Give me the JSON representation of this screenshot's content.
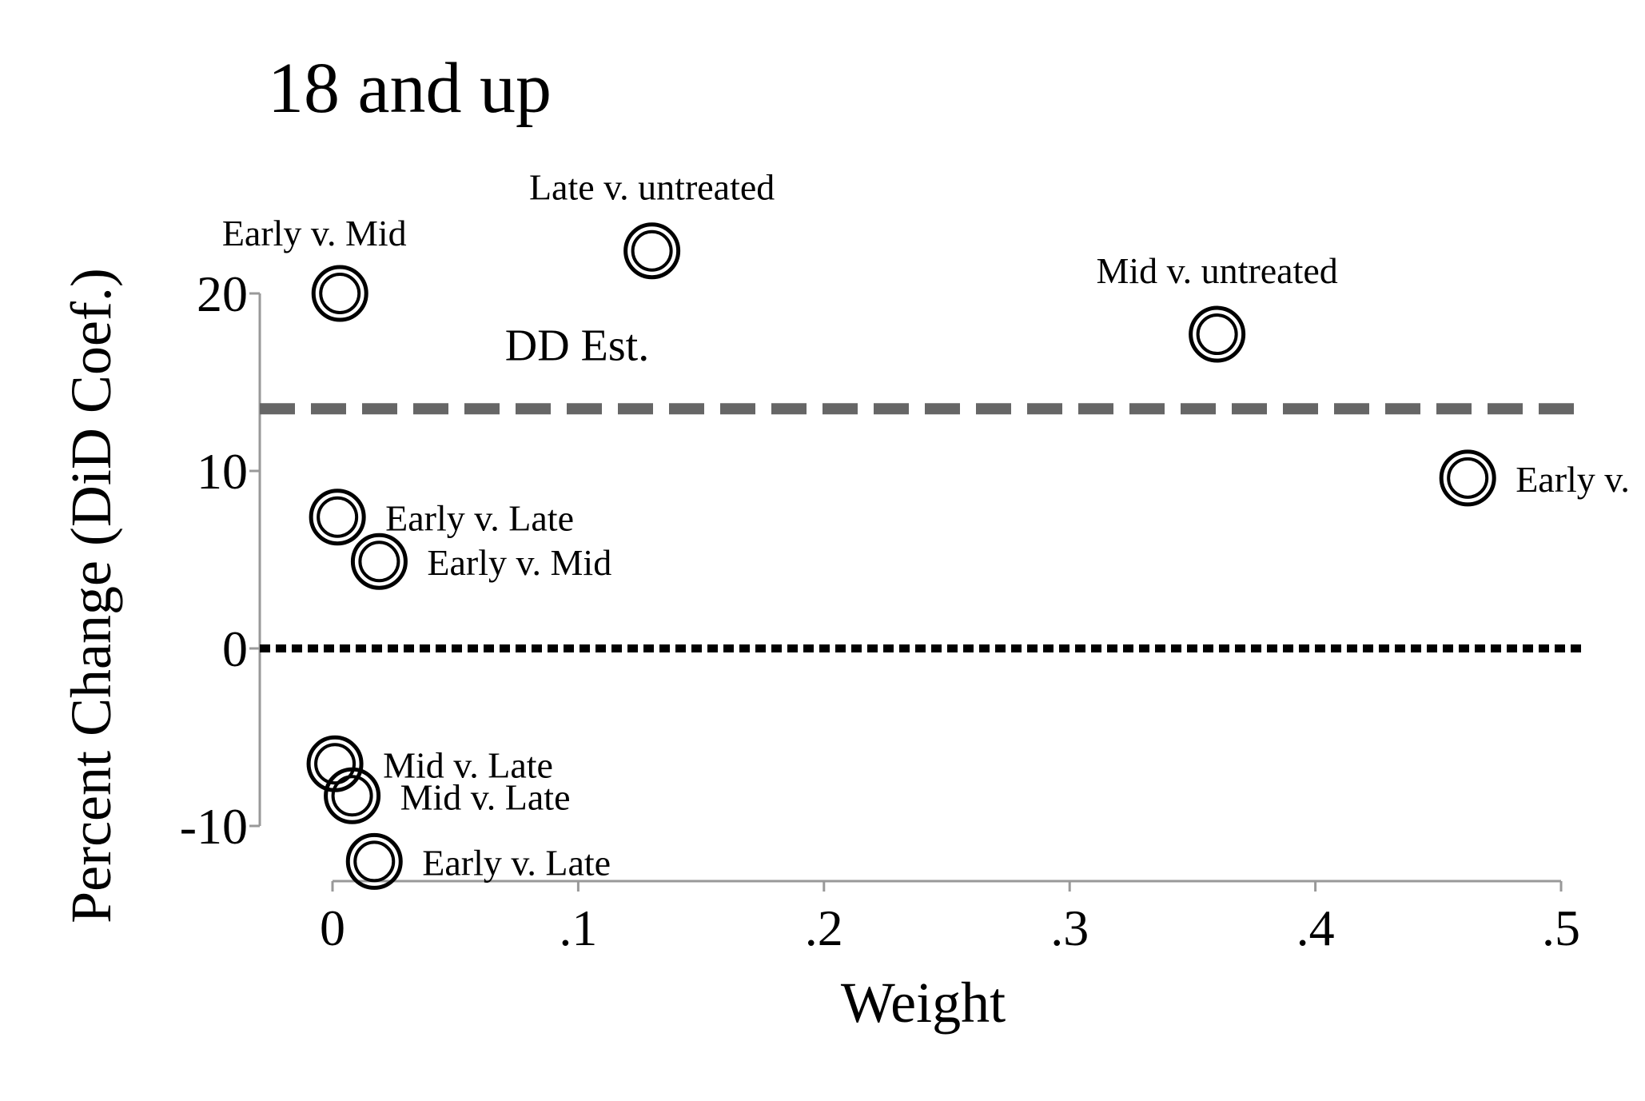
{
  "chart_data": {
    "type": "scatter",
    "title": "18 and up",
    "xlabel": "Weight",
    "ylabel": "Percent Change (DiD Coef.)",
    "xlim": [
      0,
      0.5
    ],
    "ylim": [
      -10,
      20
    ],
    "x_ticks": [
      {
        "value": 0,
        "label": "0"
      },
      {
        "value": 0.1,
        "label": ".1"
      },
      {
        "value": 0.2,
        "label": ".2"
      },
      {
        "value": 0.3,
        "label": ".3"
      },
      {
        "value": 0.4,
        "label": ".4"
      },
      {
        "value": 0.5,
        "label": ".5"
      }
    ],
    "y_ticks": [
      {
        "value": -10,
        "label": "-10"
      },
      {
        "value": 0,
        "label": "0"
      },
      {
        "value": 10,
        "label": "10"
      },
      {
        "value": 20,
        "label": "20"
      }
    ],
    "reference_lines": [
      {
        "axis": "y",
        "value": 13.5,
        "style": "dashed",
        "color": "#666666",
        "label": "DD Est."
      },
      {
        "axis": "y",
        "value": 0,
        "style": "dotted",
        "color": "#000000",
        "label": ""
      }
    ],
    "points": [
      {
        "x": 0.003,
        "y": 20.0,
        "label": "Early v. Mid",
        "label_pos": "above-left"
      },
      {
        "x": 0.13,
        "y": 22.4,
        "label": "Late v. untreated",
        "label_pos": "above"
      },
      {
        "x": 0.36,
        "y": 17.7,
        "label": "Mid v. untreated",
        "label_pos": "above"
      },
      {
        "x": 0.462,
        "y": 9.6,
        "label": "Early v.",
        "label_pos": "right"
      },
      {
        "x": 0.002,
        "y": 7.4,
        "label": "Early v. Late",
        "label_pos": "right"
      },
      {
        "x": 0.019,
        "y": 4.9,
        "label": "Early v. Mid",
        "label_pos": "right"
      },
      {
        "x": 0.001,
        "y": -6.5,
        "label": "Mid v. Late",
        "label_pos": "right"
      },
      {
        "x": 0.008,
        "y": -8.3,
        "label": "Mid v. Late",
        "label_pos": "right"
      },
      {
        "x": 0.017,
        "y": -12.0,
        "label": "Early v. Late",
        "label_pos": "right"
      }
    ],
    "grid": false,
    "legend": "none",
    "colors": {
      "marker": "#000000",
      "axis": "#999999",
      "dd_line": "#666666",
      "zero_line": "#000000"
    }
  }
}
